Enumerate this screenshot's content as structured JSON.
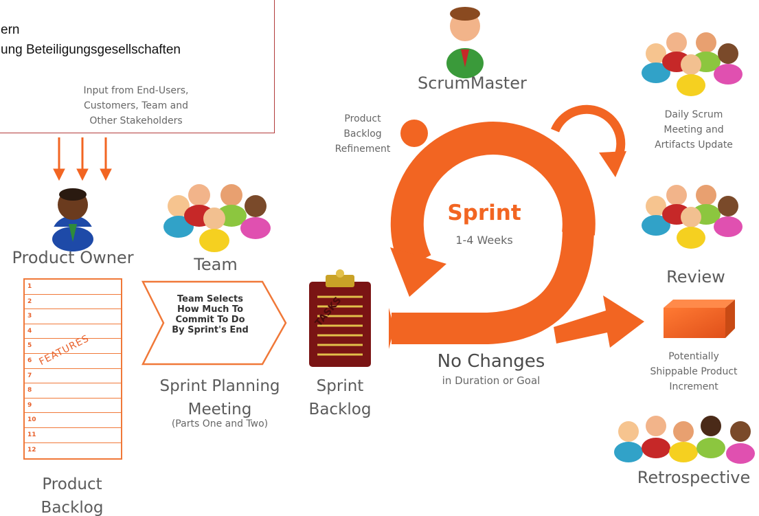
{
  "callout": {
    "line1": "ern",
    "line2": "ung Beteiligungsgesellschaften",
    "input_text": [
      "Input from End-Users,",
      "Customers, Team and",
      "Other Stakeholders"
    ]
  },
  "roles": {
    "scrum_master": "ScrumMaster",
    "product_owner": "Product Owner",
    "team": "Team"
  },
  "product_backlog": {
    "rows": [
      "1",
      "2",
      "3",
      "4",
      "5",
      "6",
      "7",
      "8",
      "9",
      "10",
      "11",
      "12"
    ],
    "features_label": "FEATURES",
    "title": [
      "Product",
      "Backlog"
    ]
  },
  "planning": {
    "selects": [
      "Team Selects",
      "How Much To",
      "Commit To Do",
      "By Sprint's End"
    ],
    "title": [
      "Sprint Planning",
      "Meeting"
    ],
    "subtitle": "(Parts One and Two)"
  },
  "sprint_backlog": {
    "tasks_label": "TASKS",
    "title": [
      "Sprint",
      "Backlog"
    ]
  },
  "sprint": {
    "title": "Sprint",
    "duration": "1-4 Weeks",
    "refinement": [
      "Product",
      "Backlog",
      "Refinement"
    ],
    "no_changes": "No Changes",
    "no_changes_sub": "in Duration or Goal"
  },
  "events": {
    "daily": [
      "Daily Scrum",
      "Meeting and",
      "Artifacts Update"
    ],
    "review": "Review",
    "increment": [
      "Potentially",
      "Shippable Product",
      "Increment"
    ],
    "retrospective": "Retrospective"
  },
  "colors": {
    "accent": "#f26522",
    "callout_border": "#b23a3a",
    "clipboard": "#7a1414"
  }
}
